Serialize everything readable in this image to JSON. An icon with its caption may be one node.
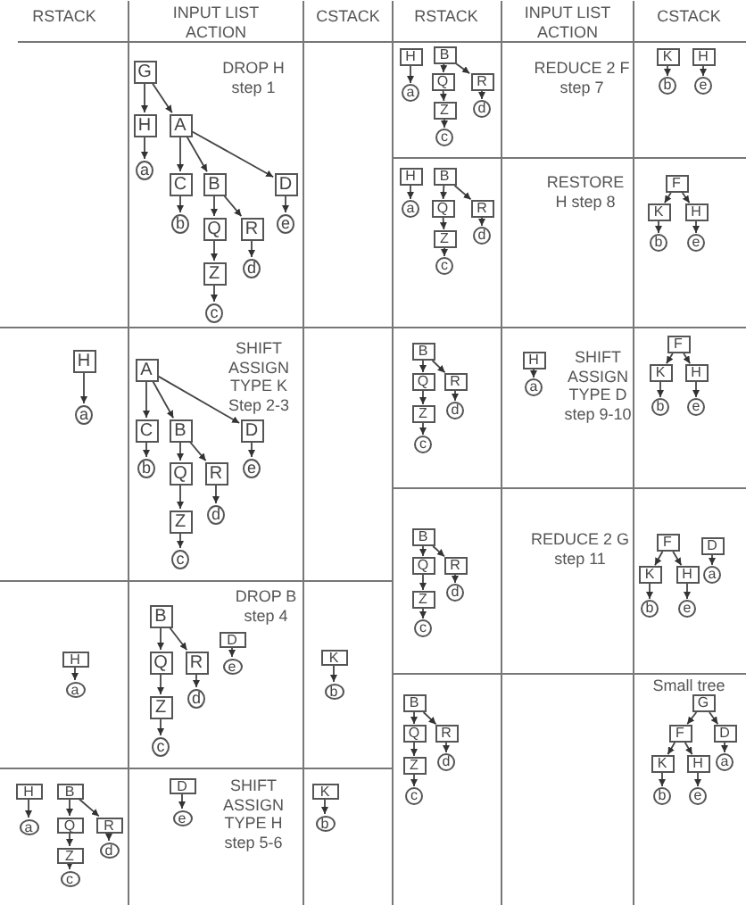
{
  "diagram": {
    "nodes": [
      {
        "text": [
          "G"
        ]
      },
      {
        "text": [
          "H"
        ]
      },
      {
        "text": [
          "A"
        ]
      },
      {
        "text": [
          "a"
        ]
      },
      {
        "text": [
          "C"
        ]
      },
      {
        "text": [
          "B"
        ]
      },
      {
        "text": [
          "D"
        ]
      },
      {
        "text": [
          "b"
        ]
      },
      {
        "text": [
          "Q"
        ]
      },
      {
        "text": [
          "R"
        ]
      },
      {
        "text": [
          "e"
        ]
      },
      {
        "text": [
          "d"
        ]
      },
      {
        "text": [
          "Z"
        ]
      },
      {
        "text": [
          "c"
        ]
      },
      {
        "text": [
          "H"
        ]
      },
      {
        "text": [
          "A"
        ]
      },
      {
        "text": [
          "a"
        ]
      },
      {
        "text": [
          "C"
        ]
      },
      {
        "text": [
          "B"
        ]
      },
      {
        "text": [
          "D"
        ]
      },
      {
        "text": [
          "b"
        ]
      },
      {
        "text": [
          "Q"
        ]
      },
      {
        "text": [
          "R"
        ]
      },
      {
        "text": [
          "e"
        ]
      },
      {
        "text": [
          "d"
        ]
      },
      {
        "text": [
          "Z"
        ]
      },
      {
        "text": [
          "c"
        ]
      },
      {
        "text": [
          "H"
        ]
      },
      {
        "text": [
          "a"
        ]
      },
      {
        "text": [
          "B"
        ]
      },
      {
        "text": [
          "Q"
        ]
      },
      {
        "text": [
          "R"
        ]
      },
      {
        "text": [
          "D"
        ]
      },
      {
        "text": [
          "e"
        ]
      },
      {
        "text": [
          "d"
        ]
      },
      {
        "text": [
          "Z"
        ]
      },
      {
        "text": [
          "c"
        ]
      },
      {
        "text": [
          "K"
        ]
      },
      {
        "text": [
          "b"
        ]
      },
      {
        "text": [
          "H"
        ]
      },
      {
        "text": [
          "B"
        ]
      },
      {
        "text": [
          "a"
        ]
      },
      {
        "text": [
          "Q"
        ]
      },
      {
        "text": [
          "R"
        ]
      },
      {
        "text": [
          "d"
        ]
      },
      {
        "text": [
          "Z"
        ]
      },
      {
        "text": [
          "c"
        ]
      },
      {
        "text": [
          "D"
        ]
      },
      {
        "text": [
          "e"
        ]
      },
      {
        "text": [
          "K"
        ]
      },
      {
        "text": [
          "b"
        ]
      },
      {
        "text": [
          "H"
        ]
      },
      {
        "text": [
          "a"
        ]
      },
      {
        "text": [
          "B"
        ]
      },
      {
        "text": [
          "Q"
        ]
      },
      {
        "text": [
          "R"
        ]
      },
      {
        "text": [
          "d"
        ]
      },
      {
        "text": [
          "Z"
        ]
      },
      {
        "text": [
          "c"
        ]
      },
      {
        "text": [
          "K"
        ]
      },
      {
        "text": [
          "b"
        ]
      },
      {
        "text": [
          "H"
        ]
      },
      {
        "text": [
          "e"
        ]
      },
      {
        "text": [
          "H"
        ]
      },
      {
        "text": [
          "a"
        ]
      },
      {
        "text": [
          "B"
        ]
      },
      {
        "text": [
          "Q"
        ]
      },
      {
        "text": [
          "R"
        ]
      },
      {
        "text": [
          "d"
        ]
      },
      {
        "text": [
          "Z"
        ]
      },
      {
        "text": [
          "c"
        ]
      },
      {
        "text": [
          "F"
        ]
      },
      {
        "text": [
          "K"
        ]
      },
      {
        "text": [
          "H"
        ]
      },
      {
        "text": [
          "b"
        ]
      },
      {
        "text": [
          "e"
        ]
      },
      {
        "text": [
          "B"
        ]
      },
      {
        "text": [
          "Q"
        ]
      },
      {
        "text": [
          "R"
        ]
      },
      {
        "text": [
          "d"
        ]
      },
      {
        "text": [
          "Z"
        ]
      },
      {
        "text": [
          "c"
        ]
      },
      {
        "text": [
          "H"
        ]
      },
      {
        "text": [
          "a"
        ]
      },
      {
        "text": [
          "F"
        ]
      },
      {
        "text": [
          "K"
        ]
      },
      {
        "text": [
          "H"
        ]
      },
      {
        "text": [
          "b"
        ]
      },
      {
        "text": [
          "e"
        ]
      },
      {
        "text": [
          "B"
        ]
      },
      {
        "text": [
          "Q"
        ]
      },
      {
        "text": [
          "R"
        ]
      },
      {
        "text": [
          "d"
        ]
      },
      {
        "text": [
          "Z"
        ]
      },
      {
        "text": [
          "c"
        ]
      },
      {
        "text": [
          "F"
        ]
      },
      {
        "text": [
          "K"
        ]
      },
      {
        "text": [
          "H"
        ]
      },
      {
        "text": [
          "b"
        ]
      },
      {
        "text": [
          "e"
        ]
      },
      {
        "text": [
          "D"
        ]
      },
      {
        "text": [
          "a"
        ]
      },
      {
        "text": [
          "B"
        ]
      },
      {
        "text": [
          "Q"
        ]
      },
      {
        "text": [
          "R"
        ]
      },
      {
        "text": [
          "d"
        ]
      },
      {
        "text": [
          "Z"
        ]
      },
      {
        "text": [
          "c"
        ]
      },
      {
        "text": [
          "G"
        ]
      },
      {
        "text": [
          "F"
        ]
      },
      {
        "text": [
          "D"
        ]
      },
      {
        "text": [
          "K"
        ]
      },
      {
        "text": [
          "H"
        ]
      },
      {
        "text": [
          "a"
        ]
      },
      {
        "text": [
          "b"
        ]
      },
      {
        "text": [
          "e"
        ]
      }
    ],
    "edges": [
      {
        "from": 0,
        "to": 1,
        "arrow": "to"
      },
      {
        "from": 0,
        "to": 2,
        "arrow": "to"
      },
      {
        "from": 1,
        "to": 3,
        "arrow": "to"
      },
      {
        "from": 2,
        "to": 4,
        "arrow": "to"
      },
      {
        "from": 2,
        "to": 5,
        "arrow": "to"
      },
      {
        "from": 2,
        "to": 6,
        "arrow": "to"
      },
      {
        "from": 4,
        "to": 7,
        "arrow": "to"
      },
      {
        "from": 5,
        "to": 8,
        "arrow": "to"
      },
      {
        "from": 5,
        "to": 9,
        "arrow": "to"
      },
      {
        "from": 6,
        "to": 10,
        "arrow": "to"
      },
      {
        "from": 8,
        "to": 12,
        "arrow": "to"
      },
      {
        "from": 9,
        "to": 11,
        "arrow": "to"
      },
      {
        "from": 12,
        "to": 13,
        "arrow": "to"
      },
      {
        "from": 14,
        "to": 16,
        "arrow": "to"
      },
      {
        "from": 15,
        "to": 17,
        "arrow": "to"
      },
      {
        "from": 15,
        "to": 18,
        "arrow": "to"
      },
      {
        "from": 15,
        "to": 19,
        "arrow": "to"
      },
      {
        "from": 17,
        "to": 20,
        "arrow": "to"
      },
      {
        "from": 18,
        "to": 21,
        "arrow": "to"
      },
      {
        "from": 18,
        "to": 22,
        "arrow": "to"
      },
      {
        "from": 19,
        "to": 23,
        "arrow": "to"
      },
      {
        "from": 21,
        "to": 25,
        "arrow": "to"
      },
      {
        "from": 22,
        "to": 24,
        "arrow": "to"
      },
      {
        "from": 25,
        "to": 26,
        "arrow": "to"
      },
      {
        "from": 27,
        "to": 28,
        "arrow": "to"
      },
      {
        "from": 29,
        "to": 30,
        "arrow": "to"
      },
      {
        "from": 29,
        "to": 31,
        "arrow": "to"
      },
      {
        "from": 30,
        "to": 35,
        "arrow": "to"
      },
      {
        "from": 31,
        "to": 34,
        "arrow": "to"
      },
      {
        "from": 35,
        "to": 36,
        "arrow": "to"
      },
      {
        "from": 32,
        "to": 33,
        "arrow": "to"
      },
      {
        "from": 37,
        "to": 38,
        "arrow": "to"
      },
      {
        "from": 39,
        "to": 41,
        "arrow": "to"
      },
      {
        "from": 40,
        "to": 42,
        "arrow": "to"
      },
      {
        "from": 40,
        "to": 43,
        "arrow": "to"
      },
      {
        "from": 42,
        "to": 45,
        "arrow": "to"
      },
      {
        "from": 43,
        "to": 44,
        "arrow": "to"
      },
      {
        "from": 45,
        "to": 46,
        "arrow": "to"
      },
      {
        "from": 47,
        "to": 48,
        "arrow": "to"
      },
      {
        "from": 49,
        "to": 50,
        "arrow": "to"
      },
      {
        "from": 51,
        "to": 52,
        "arrow": "to"
      },
      {
        "from": 53,
        "to": 54,
        "arrow": "to"
      },
      {
        "from": 53,
        "to": 55,
        "arrow": "to"
      },
      {
        "from": 54,
        "to": 57,
        "arrow": "to"
      },
      {
        "from": 55,
        "to": 56,
        "arrow": "to"
      },
      {
        "from": 57,
        "to": 58,
        "arrow": "to"
      },
      {
        "from": 59,
        "to": 60,
        "arrow": "to"
      },
      {
        "from": 61,
        "to": 62,
        "arrow": "to"
      },
      {
        "from": 63,
        "to": 64,
        "arrow": "to"
      },
      {
        "from": 65,
        "to": 66,
        "arrow": "to"
      },
      {
        "from": 65,
        "to": 67,
        "arrow": "to"
      },
      {
        "from": 66,
        "to": 69,
        "arrow": "to"
      },
      {
        "from": 67,
        "to": 68,
        "arrow": "to"
      },
      {
        "from": 69,
        "to": 70,
        "arrow": "to"
      },
      {
        "from": 71,
        "to": 72,
        "arrow": "to"
      },
      {
        "from": 71,
        "to": 73,
        "arrow": "to"
      },
      {
        "from": 72,
        "to": 74,
        "arrow": "to"
      },
      {
        "from": 73,
        "to": 75,
        "arrow": "to"
      },
      {
        "from": 76,
        "to": 77,
        "arrow": "to"
      },
      {
        "from": 76,
        "to": 78,
        "arrow": "to"
      },
      {
        "from": 77,
        "to": 80,
        "arrow": "to"
      },
      {
        "from": 78,
        "to": 79,
        "arrow": "to"
      },
      {
        "from": 80,
        "to": 81,
        "arrow": "to"
      },
      {
        "from": 82,
        "to": 83,
        "arrow": "to"
      },
      {
        "from": 84,
        "to": 85,
        "arrow": "to"
      },
      {
        "from": 84,
        "to": 86,
        "arrow": "to"
      },
      {
        "from": 85,
        "to": 87,
        "arrow": "to"
      },
      {
        "from": 86,
        "to": 88,
        "arrow": "to"
      },
      {
        "from": 89,
        "to": 90,
        "arrow": "to"
      },
      {
        "from": 89,
        "to": 91,
        "arrow": "to"
      },
      {
        "from": 90,
        "to": 93,
        "arrow": "to"
      },
      {
        "from": 91,
        "to": 92,
        "arrow": "to"
      },
      {
        "from": 93,
        "to": 94,
        "arrow": "to"
      },
      {
        "from": 95,
        "to": 96,
        "arrow": "to"
      },
      {
        "from": 95,
        "to": 97,
        "arrow": "to"
      },
      {
        "from": 96,
        "to": 98,
        "arrow": "to"
      },
      {
        "from": 97,
        "to": 99,
        "arrow": "to"
      },
      {
        "from": 100,
        "to": 101,
        "arrow": "to"
      },
      {
        "from": 102,
        "to": 103,
        "arrow": "to"
      },
      {
        "from": 102,
        "to": 104,
        "arrow": "to"
      },
      {
        "from": 103,
        "to": 106,
        "arrow": "to"
      },
      {
        "from": 104,
        "to": 105,
        "arrow": "to"
      },
      {
        "from": 106,
        "to": 107,
        "arrow": "to"
      },
      {
        "from": 108,
        "to": 109,
        "arrow": "to"
      },
      {
        "from": 108,
        "to": 110,
        "arrow": "to"
      },
      {
        "from": 109,
        "to": 111,
        "arrow": "to"
      },
      {
        "from": 109,
        "to": 112,
        "arrow": "to"
      },
      {
        "from": 110,
        "to": 113,
        "arrow": "to"
      },
      {
        "from": 111,
        "to": 114,
        "arrow": "to"
      },
      {
        "from": 112,
        "to": 115,
        "arrow": "to"
      }
    ],
    "labels": [
      "RSTACK",
      "INPUT LIST ACTION",
      "CSTACK",
      "RSTACK",
      "INPUT LIST ACTION",
      "CSTACK",
      "DROP H step 1",
      "SHIFT ASSIGN TYPE K Step 2-3",
      "DROP B step 4",
      "SHIFT ASSIGN TYPE H step 5-6",
      "REDUCE 2 F step 7",
      "RESTORE H step 8",
      "SHIFT ASSIGN TYPE D step 9-10",
      "REDUCE 2 G step 11",
      "Small tree"
    ]
  }
}
